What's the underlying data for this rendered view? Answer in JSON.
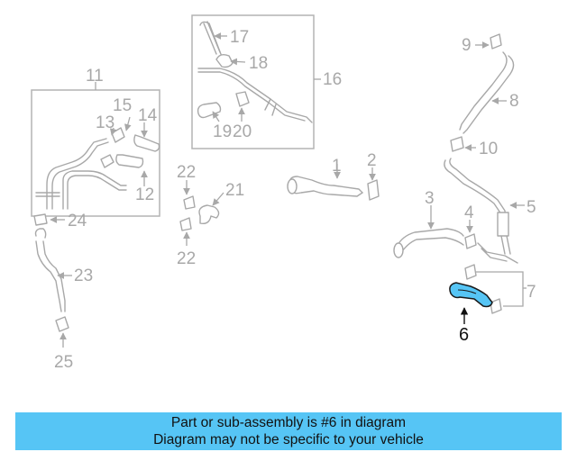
{
  "diagram": {
    "highlight_color": "#56c5f5",
    "highlighted_part": "6",
    "callouts": [
      "1",
      "2",
      "3",
      "4",
      "5",
      "6",
      "7",
      "8",
      "9",
      "10",
      "11",
      "12",
      "13",
      "14",
      "15",
      "16",
      "17",
      "18",
      "19",
      "20",
      "21",
      "22",
      "22",
      "23",
      "24",
      "25"
    ]
  },
  "banner": {
    "line1": "Part or sub-assembly is #6 in diagram",
    "line2": "Diagram may not be specific to your vehicle",
    "background": "#56c5f5"
  }
}
